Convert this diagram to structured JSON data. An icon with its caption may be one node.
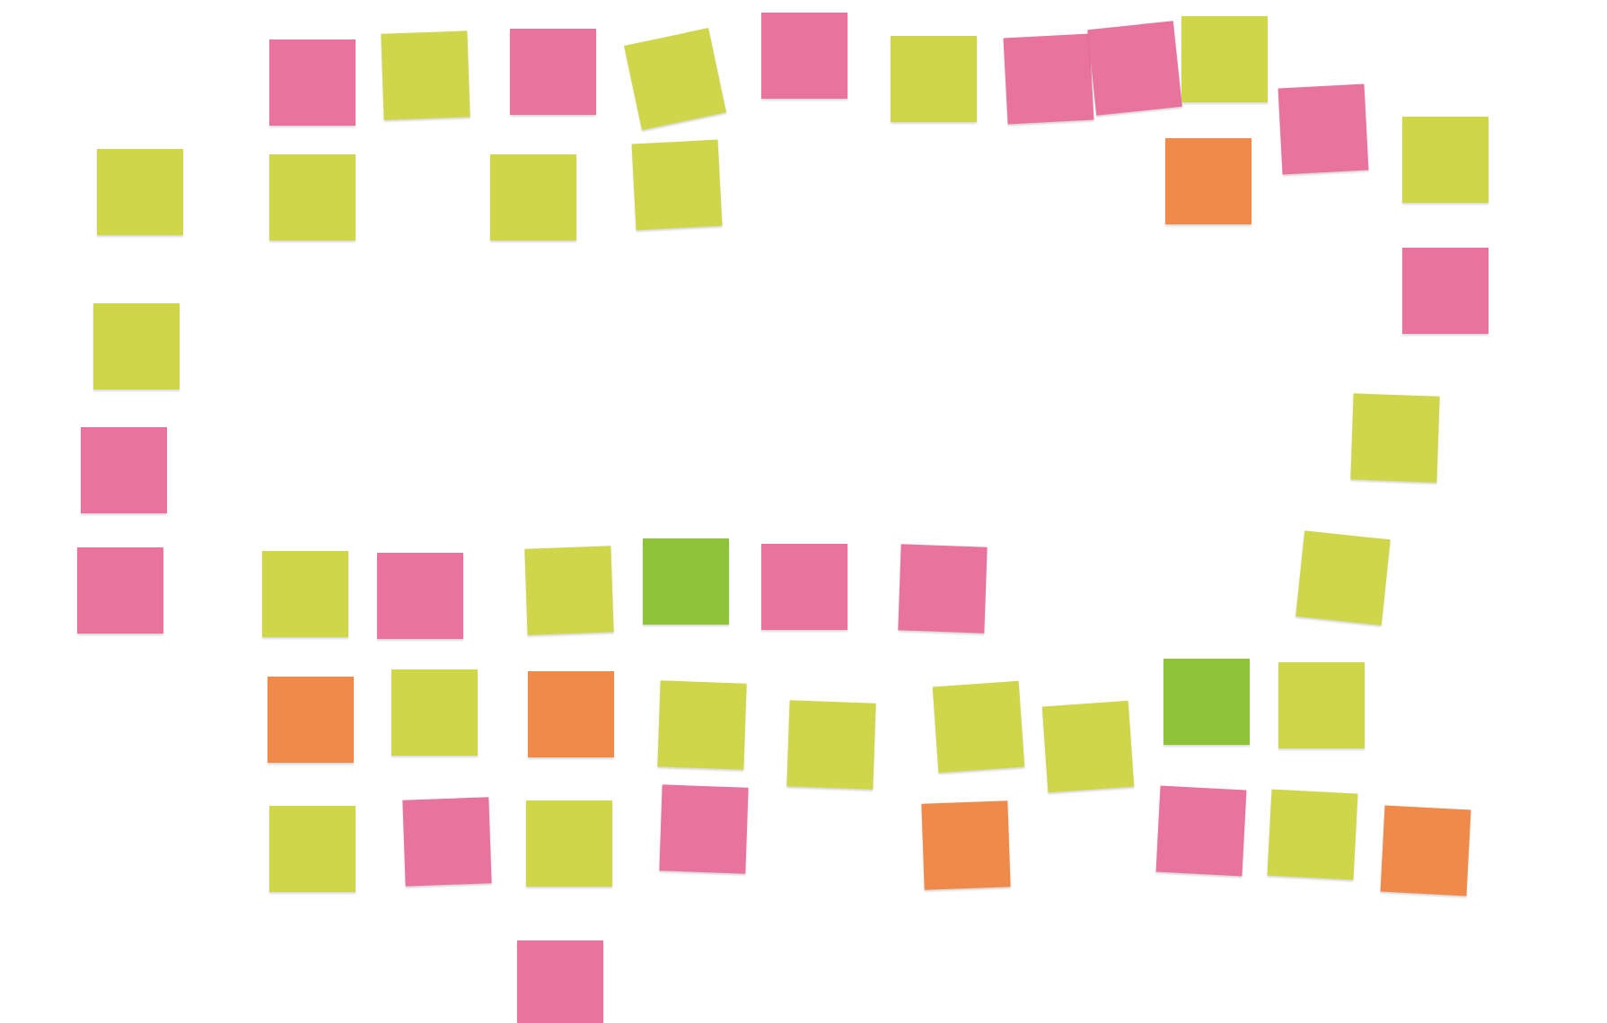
{
  "diagram": {
    "nodes": [
      {
        "text": [],
        "shape": "box"
      },
      {
        "text": [],
        "shape": "box"
      },
      {
        "text": [],
        "shape": "box"
      },
      {
        "text": [],
        "shape": "box"
      },
      {
        "text": [],
        "shape": "box"
      },
      {
        "text": [],
        "shape": "box"
      },
      {
        "text": [],
        "shape": "box"
      },
      {
        "text": [],
        "shape": "box"
      },
      {
        "text": [],
        "shape": "box"
      },
      {
        "text": [],
        "shape": "box"
      },
      {
        "text": [],
        "shape": "box"
      },
      {
        "text": [],
        "shape": "box"
      },
      {
        "text": [],
        "shape": "box"
      },
      {
        "text": [],
        "shape": "box"
      },
      {
        "text": [],
        "shape": "box"
      },
      {
        "text": [],
        "shape": "box"
      },
      {
        "text": [],
        "shape": "box"
      },
      {
        "text": [],
        "shape": "box"
      },
      {
        "text": [],
        "shape": "box"
      },
      {
        "text": [],
        "shape": "box"
      },
      {
        "text": [],
        "shape": "box"
      },
      {
        "text": [],
        "shape": "box"
      },
      {
        "text": [],
        "shape": "box"
      },
      {
        "text": [],
        "shape": "box"
      },
      {
        "text": [],
        "shape": "box"
      },
      {
        "text": [],
        "shape": "box"
      },
      {
        "text": [],
        "shape": "box"
      },
      {
        "text": [],
        "shape": "box"
      },
      {
        "text": [],
        "shape": "box"
      },
      {
        "text": [],
        "shape": "box"
      },
      {
        "text": [],
        "shape": "box"
      },
      {
        "text": [],
        "shape": "box"
      },
      {
        "text": [],
        "shape": "box"
      },
      {
        "text": [],
        "shape": "box"
      },
      {
        "text": [],
        "shape": "box"
      },
      {
        "text": [],
        "shape": "box"
      },
      {
        "text": [],
        "shape": "box"
      },
      {
        "text": [],
        "shape": "box"
      },
      {
        "text": [],
        "shape": "box"
      },
      {
        "text": [],
        "shape": "box"
      },
      {
        "text": [],
        "shape": "box"
      },
      {
        "text": [],
        "shape": "box"
      },
      {
        "text": [],
        "shape": "box"
      },
      {
        "text": [],
        "shape": "box"
      },
      {
        "text": [],
        "shape": "box"
      },
      {
        "text": [],
        "shape": "box"
      }
    ]
  }
}
